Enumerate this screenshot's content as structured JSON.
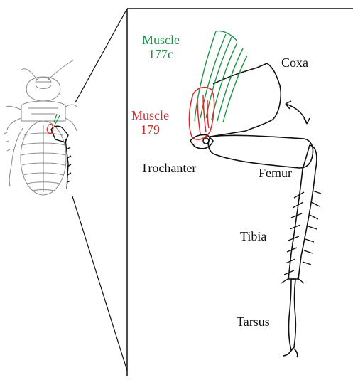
{
  "labels": {
    "muscle_177c": {
      "line1": "Muscle",
      "line2": "177c",
      "color": "#1a9641"
    },
    "muscle_179": {
      "line1": "Muscle",
      "line2": "179",
      "color": "#e3262b"
    },
    "coxa": "Coxa",
    "trochanter": "Trochanter",
    "femur": "Femur",
    "tibia": "Tibia",
    "tarsus": "Tarsus"
  },
  "colors": {
    "outline": "#111111",
    "insect_sketch": "#8a8a8a",
    "muscle_177c": "#1a9641",
    "muscle_179": "#e3262b"
  }
}
